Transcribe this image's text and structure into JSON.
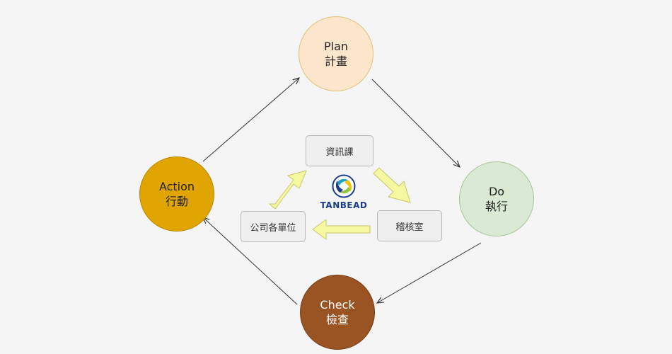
{
  "cycle": {
    "plan": {
      "en": "Plan",
      "zh": "計畫"
    },
    "do": {
      "en": "Do",
      "zh": "執行"
    },
    "check": {
      "en": "Check",
      "zh": "檢查"
    },
    "action": {
      "en": "Action",
      "zh": "行動"
    }
  },
  "inner": {
    "info_dept": "資訊課",
    "audit_office": "稽核室",
    "all_units": "公司各單位"
  },
  "logo": {
    "wordmark": "TANBEAD",
    "brand_color": "#1e3e8a",
    "accent_color": "#1fa3c8"
  },
  "colors": {
    "plan": "#fbe6cc",
    "do": "#d9e9d3",
    "check": "#9a5323",
    "action": "#e1a502",
    "inner_arrow": "#f6f7a1"
  }
}
